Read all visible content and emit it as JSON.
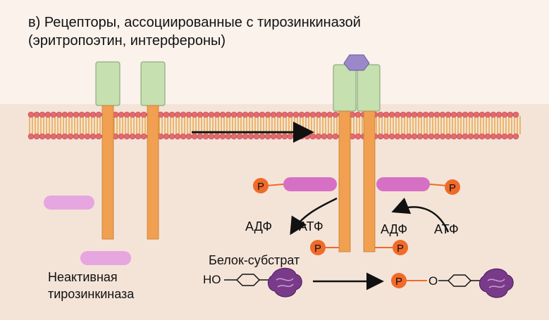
{
  "title": {
    "line1": "в) Рецепторы, ассоциированные с тирозинкиназой",
    "line2": "(эритропоэтин, интерфероны)"
  },
  "labels": {
    "adp_left": "АДФ",
    "atp_left": "АТФ",
    "adp_right": "АДФ",
    "atp_right": "АТФ",
    "substrate": "Белок-субстрат",
    "ho": "HO",
    "o": "O",
    "inactive_line1": "Неактивная",
    "inactive_line2": "тирозинкиназа",
    "phosphate": "P"
  },
  "colors": {
    "background": "#f4e4d8",
    "background_upper": "#fbf2ec",
    "membrane_head": "#e46a6e",
    "membrane_tail": "#e9a13b",
    "receptor_stalk": "#f0a050",
    "receptor_head": "#c6e0b0",
    "kinase": "#d670c4",
    "kinase_inactive": "#e6a6e0",
    "phosphate": "#f06a2a",
    "ligand": "#9a88c8",
    "substrate_protein": "#7a3a8a",
    "arrow": "#111111"
  }
}
